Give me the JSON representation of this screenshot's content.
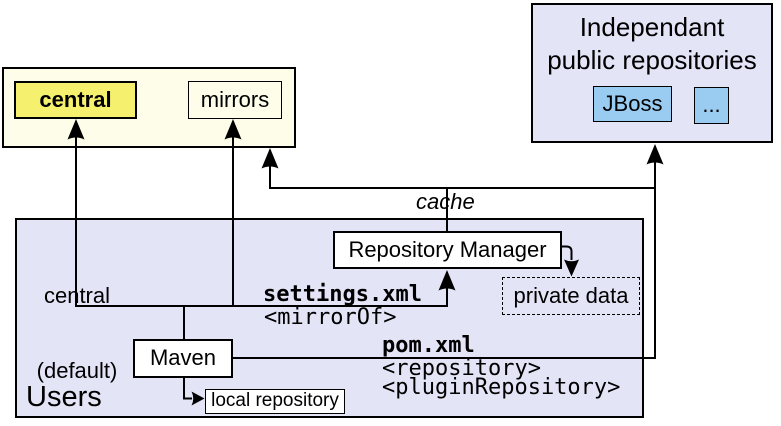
{
  "colors": {
    "canvas-bg": "#ffffff",
    "cream-fill": "#fdfde9",
    "yellow-fill": "#f5f06e",
    "lavender-fill": "#e4e4f7",
    "blue-fill": "#9accf2",
    "box-fill": "#ffffff",
    "line-color": "#000000"
  },
  "public_repos_group": {
    "central_label": "central",
    "mirrors_label": "mirrors"
  },
  "independent_repos_box": {
    "title_line1": "Independant",
    "title_line2": "public repositories",
    "jboss_label": "JBoss",
    "more_label": "..."
  },
  "users_box": {
    "group_label": "Users",
    "central_default_line1": "central",
    "central_default_line2": "(default)",
    "maven_label": "Maven",
    "local_repository_label": "local repository",
    "repository_manager_label": "Repository Manager",
    "private_data_label": "private data"
  },
  "annotations": {
    "cache_label": "cache",
    "settings_file_label": "settings.xml",
    "mirror_of_tag": "<mirrorOf>",
    "pom_file_label": "pom.xml",
    "repository_tag": "<repository>",
    "plugin_repository_tag": "<pluginRepository>"
  }
}
